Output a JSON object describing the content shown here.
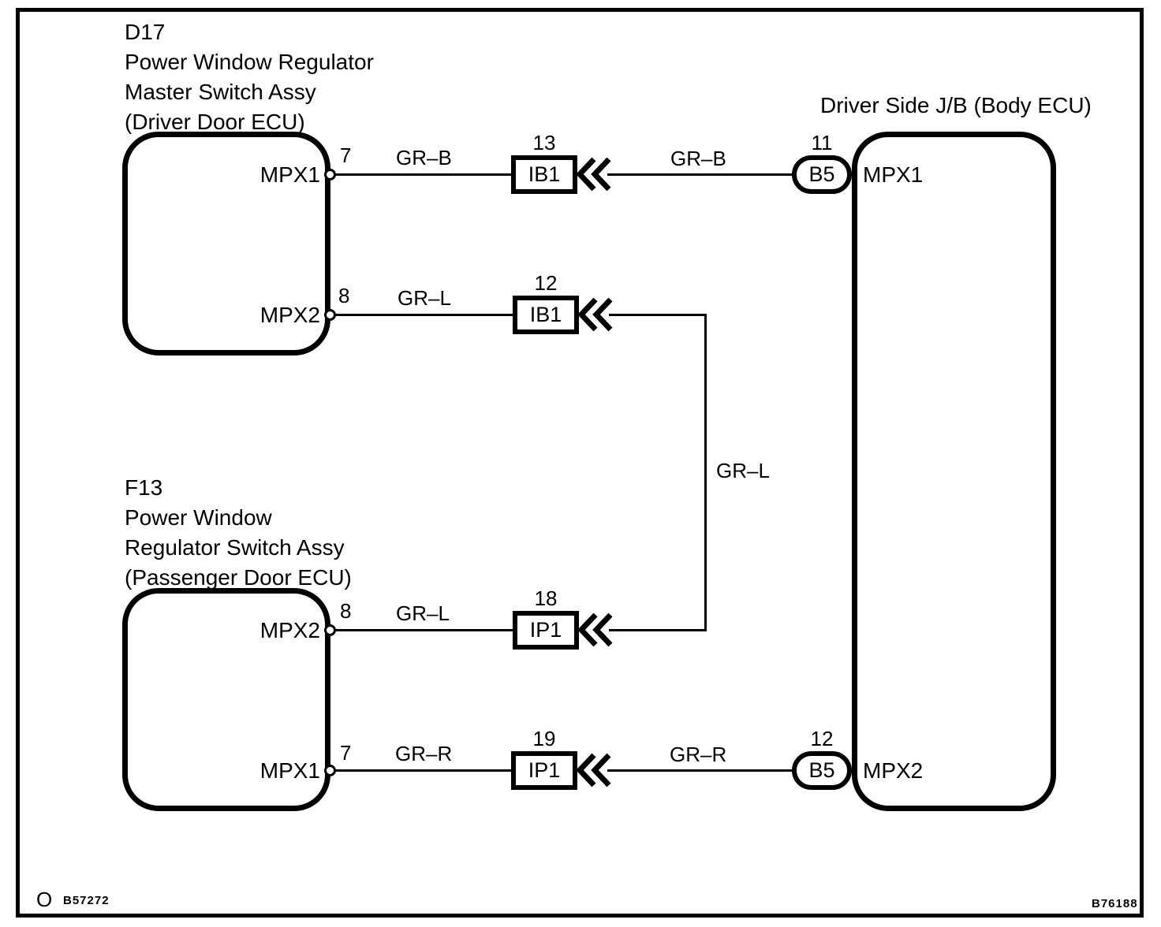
{
  "d17": {
    "code": "D17",
    "name_line1": "Power Window Regulator",
    "name_line2": "Master Switch Assy",
    "name_line3": "(Driver Door ECU)",
    "pin_top_label": "MPX1",
    "pin_top_number": "7",
    "pin_bottom_label": "MPX2",
    "pin_bottom_number": "8"
  },
  "f13": {
    "code": "F13",
    "name_line1": "Power Window",
    "name_line2": "Regulator Switch Assy",
    "name_line3": "(Passenger Door ECU)",
    "pin_top_label": "MPX2",
    "pin_top_number": "8",
    "pin_bottom_label": "MPX1",
    "pin_bottom_number": "7"
  },
  "jb": {
    "title": "Driver Side J/B (Body ECU)",
    "pin_top_label": "MPX1",
    "pin_top_number": "11",
    "pin_top_connector": "B5",
    "pin_bottom_label": "MPX2",
    "pin_bottom_number": "12",
    "pin_bottom_connector": "B5"
  },
  "connectors": {
    "row1": {
      "number": "13",
      "label": "IB1"
    },
    "row2": {
      "number": "12",
      "label": "IB1"
    },
    "row3": {
      "number": "18",
      "label": "IP1"
    },
    "row4": {
      "number": "19",
      "label": "IP1"
    }
  },
  "wires": {
    "row1_left": "GR–B",
    "row1_right": "GR–B",
    "row2": "GR–L",
    "vertical": "GR–L",
    "row3": "GR–L",
    "row4_left": "GR–R",
    "row4_right": "GR–R"
  },
  "footer": {
    "mark": "O",
    "code_left": "B57272",
    "code_right": "B76188"
  },
  "colors": {
    "line": "#000000",
    "background": "#ffffff"
  }
}
